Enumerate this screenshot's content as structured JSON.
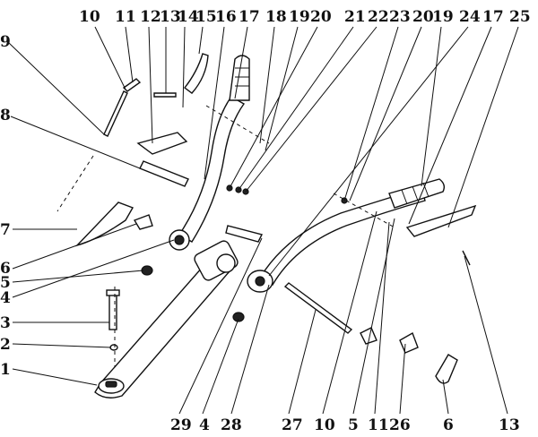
{
  "top_labels": [
    "10",
    "11",
    "12",
    "13",
    "14",
    "15",
    "16",
    "17",
    "18",
    "19",
    "20",
    "21",
    "22",
    "23",
    "20",
    "19",
    "24",
    "17",
    "25"
  ],
  "left_labels": [
    "9",
    "8",
    "7",
    "6",
    "5",
    "4",
    "3",
    "2",
    "1"
  ],
  "bottom_labels": [
    "29",
    "4",
    "28",
    "27",
    "10",
    "5",
    "11",
    "26",
    "6",
    "13"
  ]
}
